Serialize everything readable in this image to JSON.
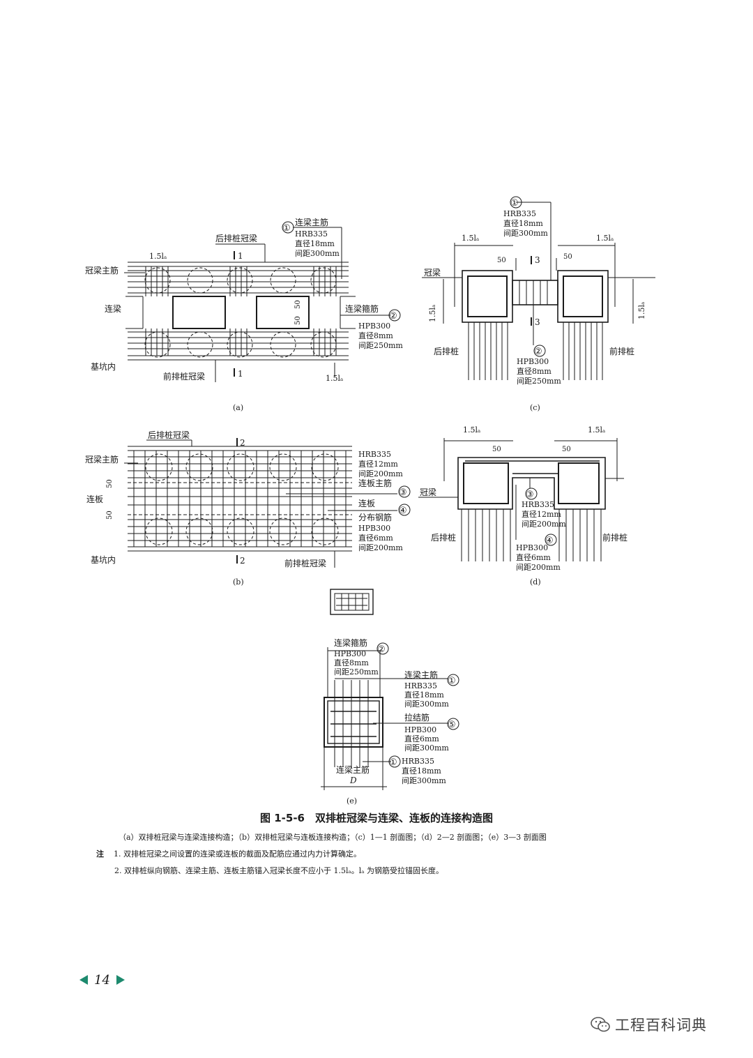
{
  "figure": {
    "title": "图 1-5-6　双排桩冠梁与连梁、连板的连接构造图",
    "subtitle": "（a）双排桩冠梁与连梁连接构造；（b）双排桩冠梁与连板连接构造；（c）1—1 剖面图；（d）2—2 剖面图；（e）3—3 剖面图",
    "note_label": "注",
    "notes": [
      "1. 双排桩冠梁之间设置的连梁或连板的截面及配筋应通过内力计算确定。",
      "2. 双排桩纵向钢筋、连梁主筋、连板主筋锚入冠梁长度不应小于 1.5lₐ。lₐ 为钢筋受拉锚固长度。"
    ]
  },
  "panel_a": {
    "label": "(a)",
    "rear_beam": "后排桩冠梁",
    "front_beam": "前排桩冠梁",
    "cap_main_bar": "冠梁主筋",
    "tie_beam": "连梁",
    "pit_inside": "基坑内",
    "section_mark": "1",
    "anchor_top": "1.5lₐ",
    "anchor_bottom": "1.5lₐ",
    "dim_50a": "50",
    "dim_50b": "50",
    "callout_1": {
      "num": "①",
      "name": "连梁主筋",
      "grade": "HRB335",
      "dia": "直径18mm",
      "spacing": "间距300mm"
    },
    "callout_2": {
      "num": "②",
      "name": "连梁箍筋",
      "grade": "HPB300",
      "dia": "直径8mm",
      "spacing": "间距250mm"
    }
  },
  "panel_b": {
    "label": "(b)",
    "rear_beam": "后排桩冠梁",
    "front_beam": "前排桩冠梁",
    "cap_main_bar": "冠梁主筋",
    "slab": "连板",
    "pit_inside": "基坑内",
    "section_mark": "2",
    "dim_50a": "50",
    "dim_50b": "50",
    "callout_top": {
      "grade": "HRB335",
      "dia": "直径12mm",
      "spacing": "间距200mm",
      "name": "连板主筋",
      "num": "③"
    },
    "callout_bottom": {
      "name_a": "连板",
      "num": "④",
      "name": "分布钢筋",
      "grade": "HPB300",
      "dia": "直径6mm",
      "spacing": "间距200mm"
    }
  },
  "panel_c": {
    "label": "(c)",
    "cap_beam": "冠梁",
    "rear_pile": "后排桩",
    "front_pile": "前排桩",
    "section_mark": "3",
    "anchor": "1.5lₐ",
    "dim_50": "50",
    "callout_1": {
      "num": "①",
      "grade": "HRB335",
      "dia": "直径18mm",
      "spacing": "间距300mm"
    },
    "callout_2": {
      "num": "②",
      "grade": "HPB300",
      "dia": "直径8mm",
      "spacing": "间距250mm"
    }
  },
  "panel_d": {
    "label": "(d)",
    "cap_beam": "冠梁",
    "rear_pile": "后排桩",
    "front_pile": "前排桩",
    "anchor": "1.5lₐ",
    "dim_50": "50",
    "callout_3": {
      "num": "③",
      "grade": "HRB335",
      "dia": "直径12mm",
      "spacing": "间距200mm"
    },
    "callout_4": {
      "num": "④",
      "grade": "HPB300",
      "dia": "直径6mm",
      "spacing": "间距200mm"
    }
  },
  "panel_e": {
    "label": "(e)",
    "callout_2": {
      "num": "②",
      "name": "连梁箍筋",
      "grade": "HPB300",
      "dia": "直径8mm",
      "spacing": "间距250mm"
    },
    "callout_1": {
      "num": "①",
      "name": "连梁主筋",
      "grade": "HRB335",
      "dia": "直径18mm",
      "spacing": "间距300mm"
    },
    "callout_5": {
      "num": "⑤",
      "name": "拉结筋",
      "grade": "HPB300",
      "dia": "直径6mm",
      "spacing": "间距300mm"
    },
    "callout_1b": {
      "num": "①",
      "grade": "HRB335",
      "dia": "直径18mm",
      "spacing": "间距300mm"
    },
    "bottom_name": "连梁主筋",
    "width_symbol": "D"
  },
  "page_number": "14",
  "watermark": "工程百科词典",
  "colors": {
    "accent": "#1d8a6e",
    "ink": "#1a1a1a"
  }
}
